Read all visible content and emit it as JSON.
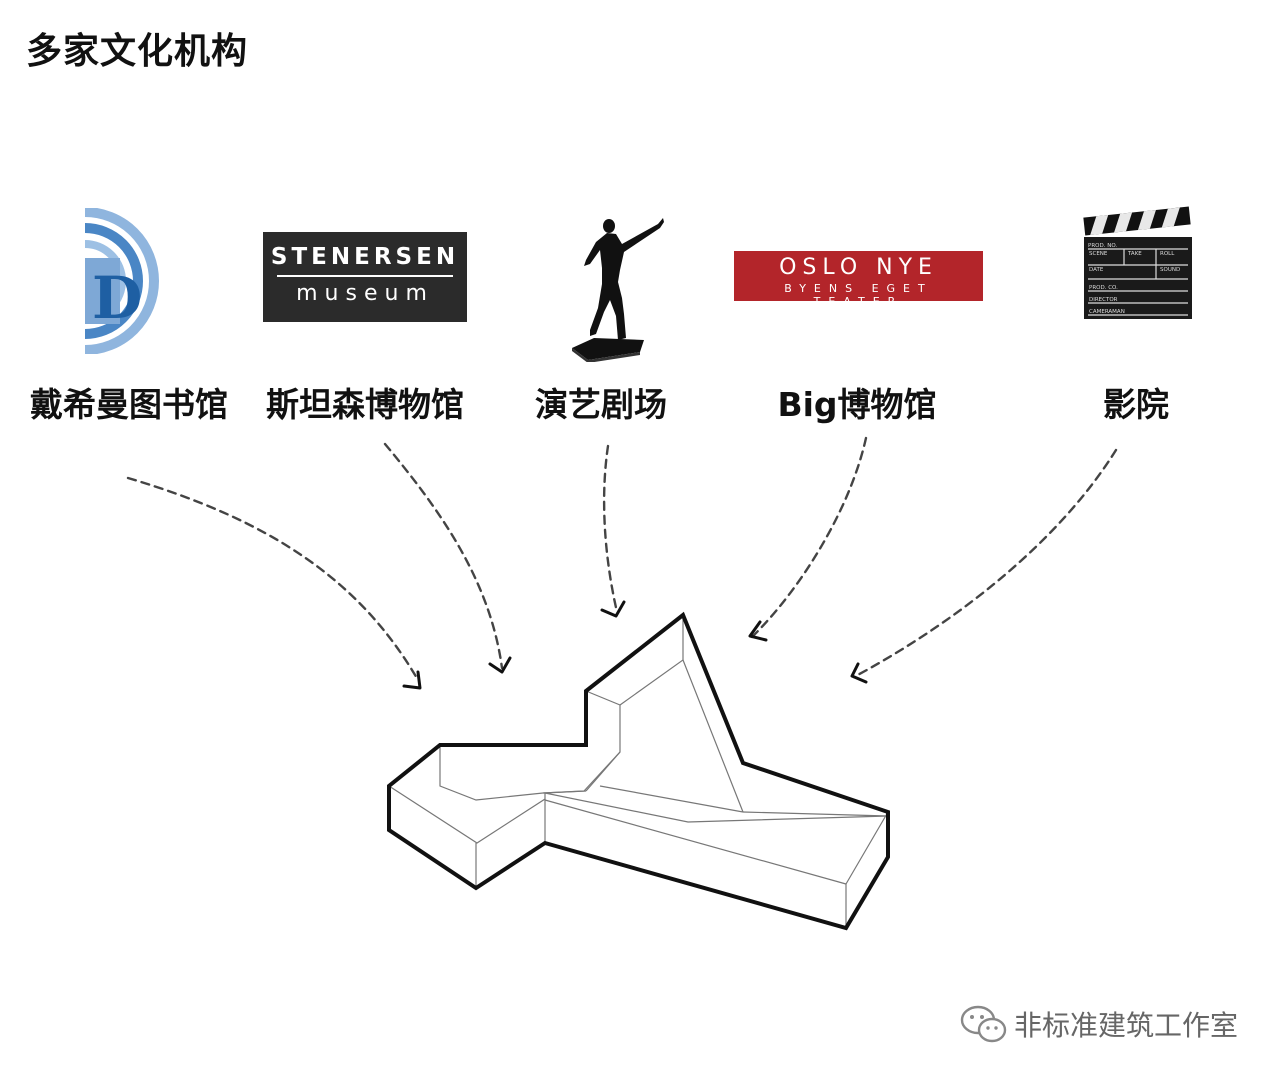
{
  "title": "多家文化机构",
  "institutions": [
    {
      "label": "戴希曼图书馆",
      "icon": "library-logo-icon"
    },
    {
      "label": "斯坦森博物馆",
      "icon": "stenersen-logo-icon",
      "logo_lines": [
        "STENERSEN",
        "museum"
      ]
    },
    {
      "label": "演艺剧场",
      "icon": "dancer-statue-icon"
    },
    {
      "label": "Big博物馆",
      "icon": "oslo-nye-logo-icon",
      "logo_lines": [
        "OSLO NYE",
        "BYENS EGET TEATER"
      ]
    },
    {
      "label": "影院",
      "icon": "clapperboard-icon",
      "clapper_text": [
        "PROD. NO.",
        "SCENE",
        "TAKE",
        "ROLL",
        "DATE",
        "SOUND",
        "PROD. CO.",
        "DIRECTOR",
        "CAMERAMAN"
      ]
    }
  ],
  "footer": {
    "text": "非标准建筑工作室",
    "icon": "wechat-icon"
  },
  "colors": {
    "text": "#111111",
    "arrow": "#444444",
    "oslo_red": "#b3252a",
    "stenersen_bg": "#2b2b2b",
    "library_blue": "#4a86c5"
  }
}
